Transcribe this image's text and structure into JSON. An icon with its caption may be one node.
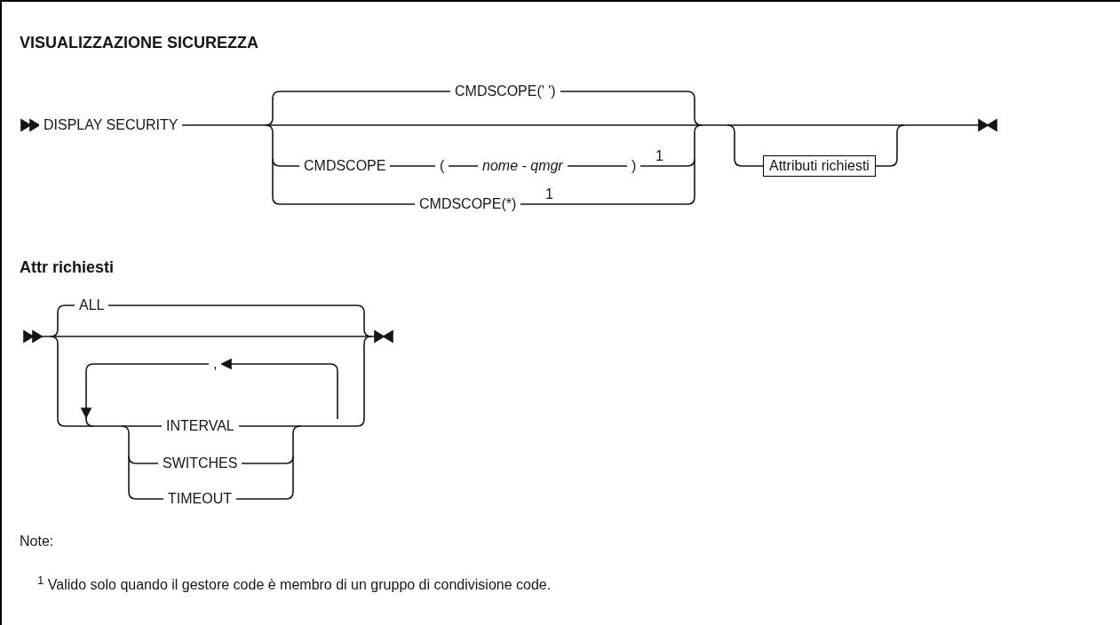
{
  "diagram": {
    "title": "VISUALIZZAZIONE SICUREZZA",
    "nodes": [
      {
        "text": [
          "Attributi richiesti"
        ]
      }
    ],
    "labels": [
      "DISPLAY SECURITY",
      "CMDSCOPE(' ')",
      "CMDSCOPE",
      "(",
      "nome - qmgr",
      ")",
      "1",
      "CMDSCOPE(*)",
      "1",
      "Attr richiesti",
      "ALL",
      ",",
      "INTERVAL",
      "SWITCHES",
      "TIMEOUT",
      "Note:",
      "$^{1}$ Valido solo quando il gestore code è membro di un gruppo di condivisione code."
    ]
  }
}
